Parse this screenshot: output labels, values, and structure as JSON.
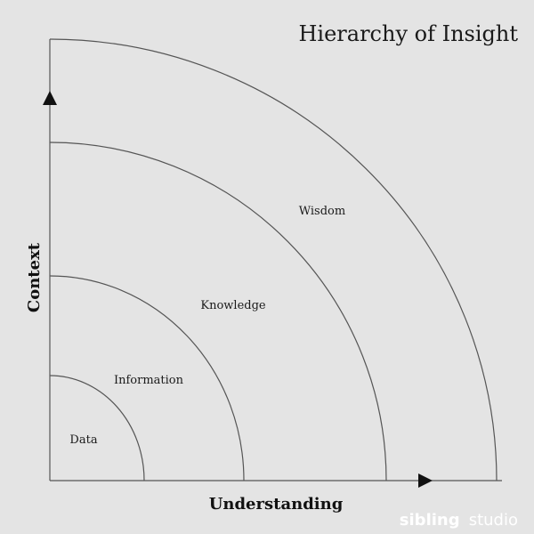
{
  "title": "Hierarchy of Insight",
  "x_axis_label": "Understanding",
  "y_axis_label": "Context",
  "bands": [
    {
      "label": "Data"
    },
    {
      "label": "Information"
    },
    {
      "label": "Knowledge"
    },
    {
      "label": "Wisdom"
    }
  ],
  "brand": {
    "bold": "sibling",
    "light": "studio"
  },
  "colors": {
    "background": "#e4e4e4",
    "lines": "#555555",
    "text": "#1a1a1a",
    "brand_text": "#ffffff"
  }
}
